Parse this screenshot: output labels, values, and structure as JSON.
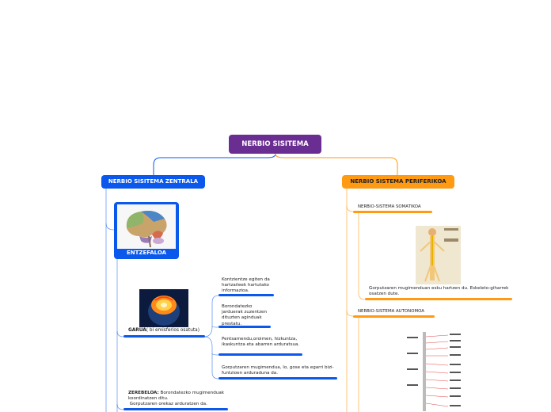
{
  "root": {
    "title": "NERBIO SISITEMA"
  },
  "central": {
    "title": "NERBIO SISITEMA ZENTRALA",
    "brain": {
      "label": "ENTZEFALOA"
    },
    "garua": {
      "bold": "GARUA",
      "rest": "( bi emisferios osatuta)",
      "items": [
        "Kontzientze egiten da hartzaileek hartutako informazioa.",
        "Borondatezko jarduerak zuzentzen dituzten aginduak prestatu.",
        "Pentsamendu,oroimen, hizkuntza, ikaskuntza eta abarren arduratsua.",
        "Gorputzaren mugimendua, lo, gose eta egarri bizi-funtzioen arduraduna da."
      ]
    },
    "zerebeloa": {
      "bold": "ZEREBELOA:",
      "rest": " Borondatezko mugimenduak koordinatzen ditu.",
      "line2": "Gorputzaren orekaz arduratzen da."
    }
  },
  "peripheral": {
    "title": "NERBIO SISTEMA PERIFERIKOA",
    "somatic": {
      "title": "NERBIO-SISTEMA SOMATIKOA",
      "desc": "Gorputzaren mugimenduan esku hartzen du. Eskeleto-giharrek osatzen dute."
    },
    "autonomic": {
      "title": "NERBIO-SISTEMA AUTONOMOA"
    }
  },
  "colors": {
    "root": "#6a2d91",
    "central": "#0a58ec",
    "peripheral": "#ff9a12"
  }
}
